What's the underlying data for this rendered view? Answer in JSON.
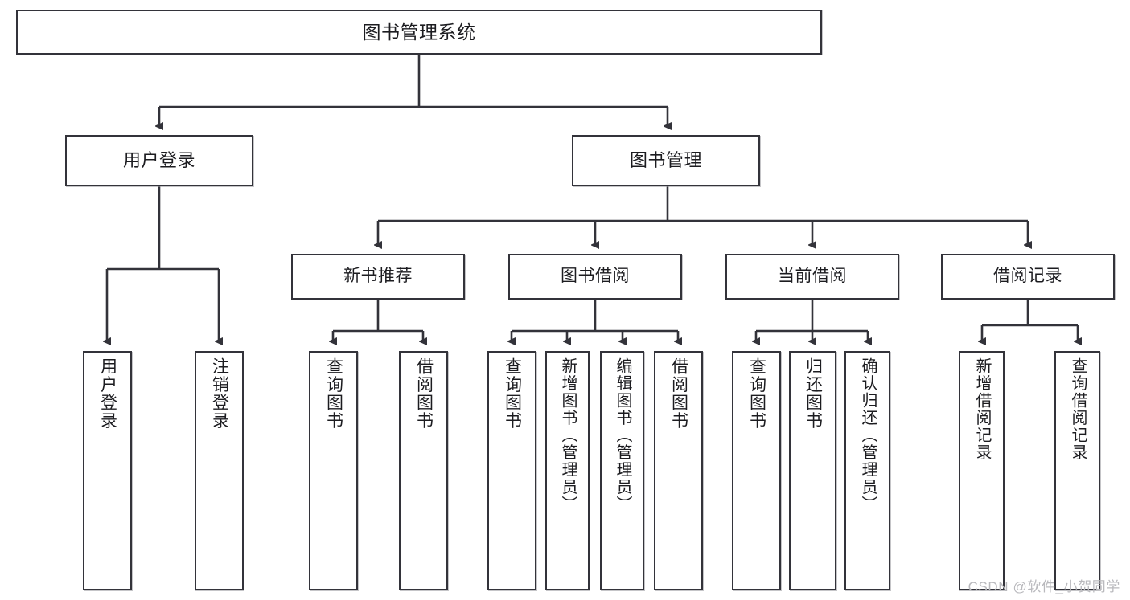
{
  "diagram": {
    "title": "图书管理系统",
    "type": "tree-hierarchy",
    "root": {
      "label": "图书管理系统"
    },
    "level1": [
      {
        "label": "用户登录"
      },
      {
        "label": "图书管理"
      }
    ],
    "level2": [
      {
        "label": "新书推荐"
      },
      {
        "label": "图书借阅"
      },
      {
        "label": "当前借阅"
      },
      {
        "label": "借阅记录"
      }
    ],
    "leaves": {
      "user_login": [
        {
          "label": "用户登录"
        },
        {
          "label": "注销登录"
        }
      ],
      "new_book_recommend": [
        {
          "label": "查询图书"
        },
        {
          "label": "借阅图书"
        }
      ],
      "book_borrow": [
        {
          "label": "查询图书"
        },
        {
          "label": "新增图书（管理员）"
        },
        {
          "label": "编辑图书（管理员）"
        },
        {
          "label": "借阅图书"
        }
      ],
      "current_borrow": [
        {
          "label": "查询图书"
        },
        {
          "label": "归还图书"
        },
        {
          "label": "确认归还（管理员）"
        }
      ],
      "borrow_record": [
        {
          "label": "新增借阅记录"
        },
        {
          "label": "查询借阅记录"
        }
      ]
    }
  },
  "watermark": {
    "text": "CSDN @软件_小贺同学"
  },
  "colors": {
    "stroke": "#33333a",
    "background": "#ffffff",
    "text": "#1c1c20",
    "watermark": "#b9b9bd"
  }
}
